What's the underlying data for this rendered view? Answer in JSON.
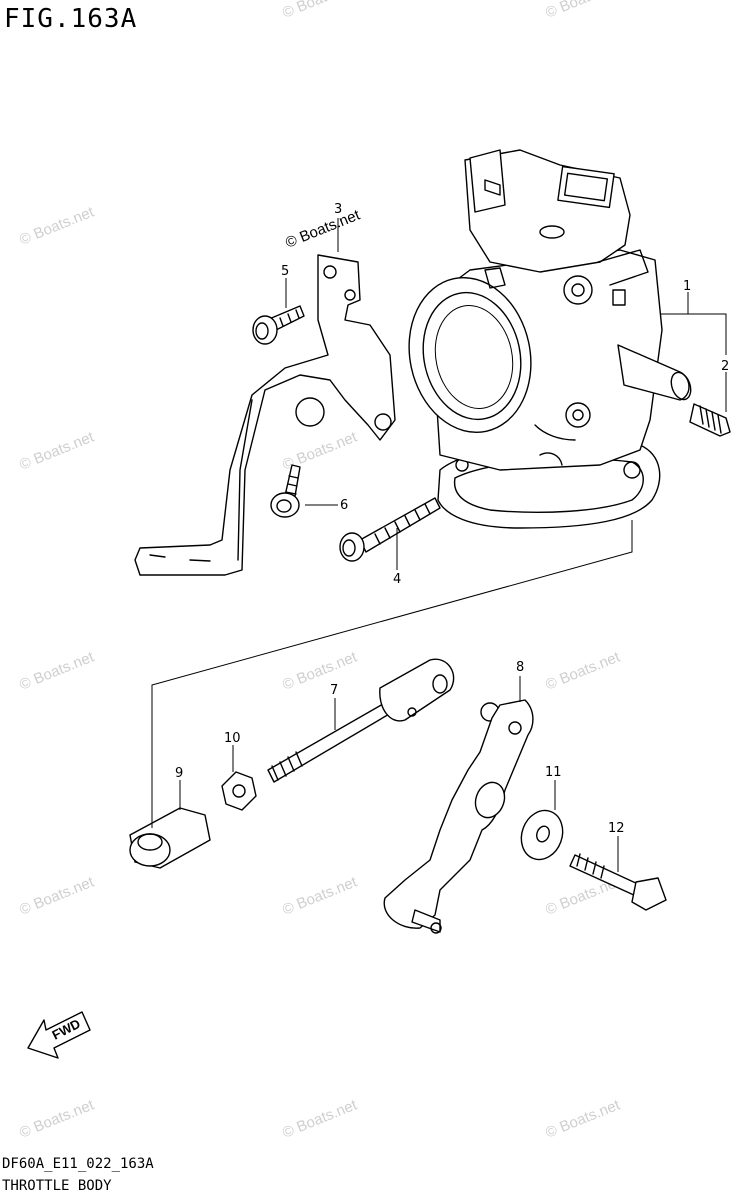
{
  "figure": {
    "title": "FIG.163A",
    "code": "DF60A_E11_022_163A",
    "subtitle": "THROTTLE BODY"
  },
  "callouts": [
    {
      "id": "part-1",
      "label": "1"
    },
    {
      "id": "part-2",
      "label": "2"
    },
    {
      "id": "part-3",
      "label": "3"
    },
    {
      "id": "part-4",
      "label": "4"
    },
    {
      "id": "part-5",
      "label": "5"
    },
    {
      "id": "part-6",
      "label": "6"
    },
    {
      "id": "part-7",
      "label": "7"
    },
    {
      "id": "part-8",
      "label": "8"
    },
    {
      "id": "part-9",
      "label": "9"
    },
    {
      "id": "part-10",
      "label": "10"
    },
    {
      "id": "part-11",
      "label": "11"
    },
    {
      "id": "part-12",
      "label": "12"
    }
  ],
  "watermark": "© Boats.net",
  "fwd_label": "FWD",
  "colors": {
    "line": "#000000",
    "watermark": "#cfcfcf",
    "background": "#ffffff"
  }
}
